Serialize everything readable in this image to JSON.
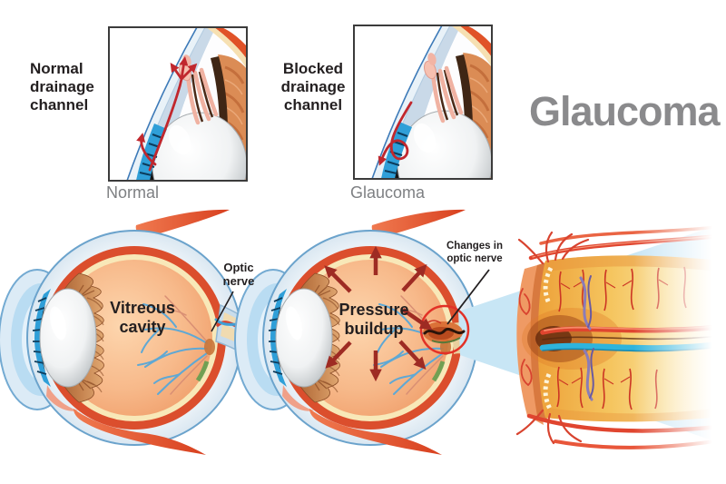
{
  "title": {
    "text": "Glaucoma",
    "color": "#8a8a8c"
  },
  "panels": {
    "normal_inset": {
      "label": "Normal drainage channel",
      "caption": "Normal"
    },
    "blocked_inset": {
      "label": "Blocked drainage channel",
      "caption": "Glaucoma"
    }
  },
  "annotations": {
    "vitreous_cavity": "Vitreous cavity",
    "optic_nerve": "Optic nerve",
    "pressure_buildup": "Pressure buildup",
    "changes_in_optic_nerve": "Changes in optic nerve"
  },
  "colors": {
    "title_gray": "#8a8a8c",
    "caption_gray": "#7e8083",
    "label_black": "#231f20",
    "flow_arrow_red": "#c1272d",
    "pressure_arrow_red": "#9e2b23",
    "highlight_circle_red": "#e23127",
    "beam_blue": "#c8e6f5",
    "sclera_blue": "#cfe0ee",
    "choroid_red": "#db4e2d",
    "retina_yellow": "#f8e8b8",
    "vitreous_orange": "#f09a66",
    "iris_blue": "#2f9fd8",
    "muscle_red": "#e8512e",
    "nerve_yellow": "#f2b544"
  }
}
